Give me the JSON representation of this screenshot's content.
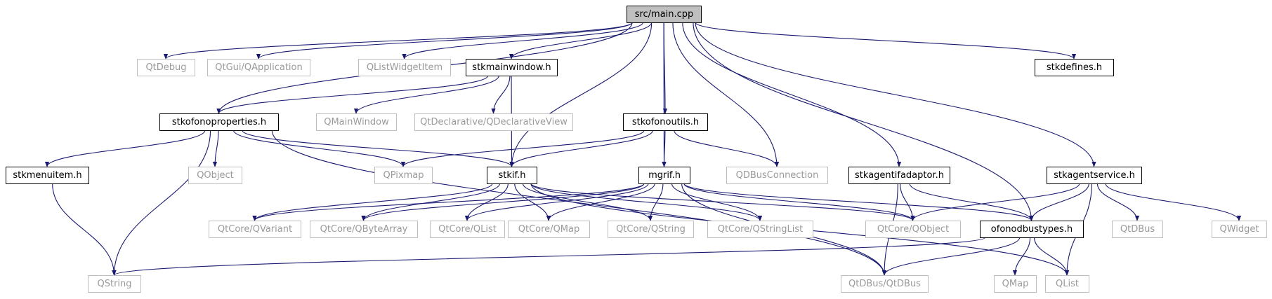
{
  "colors": {
    "edge": "#191970",
    "text_dark": "#000000",
    "text_light": "#9a9a9a",
    "border_dark": "#000000",
    "border_light": "#bfbfbf",
    "root_fill": "#bfbfbf",
    "fill": "#ffffff"
  },
  "nodes": [
    {
      "id": "main",
      "label": "src/main.cpp",
      "style": "root"
    },
    {
      "id": "qtdebug",
      "label": "QtDebug",
      "style": "external"
    },
    {
      "id": "qapplication",
      "label": "QtGui/QApplication",
      "style": "external"
    },
    {
      "id": "qlistwidgetitem",
      "label": "QListWidgetItem",
      "style": "external"
    },
    {
      "id": "stkmainwindow",
      "label": "stkmainwindow.h",
      "style": "header"
    },
    {
      "id": "stkdefines",
      "label": "stkdefines.h",
      "style": "header"
    },
    {
      "id": "stkofonoproperties",
      "label": "stkofonoproperties.h",
      "style": "header"
    },
    {
      "id": "qmainwindow",
      "label": "QMainWindow",
      "style": "external"
    },
    {
      "id": "qdeclarativeview",
      "label": "QtDeclarative/QDeclarativeView",
      "style": "external"
    },
    {
      "id": "stkofonoutils",
      "label": "stkofonoutils.h",
      "style": "header"
    },
    {
      "id": "stkmenuitem",
      "label": "stkmenuitem.h",
      "style": "header"
    },
    {
      "id": "qobject",
      "label": "QObject",
      "style": "external"
    },
    {
      "id": "qpixmap",
      "label": "QPixmap",
      "style": "external"
    },
    {
      "id": "stkif",
      "label": "stkif.h",
      "style": "header"
    },
    {
      "id": "mgrif",
      "label": "mgrif.h",
      "style": "header"
    },
    {
      "id": "qdbusconnection",
      "label": "QDBusConnection",
      "style": "external"
    },
    {
      "id": "stkagentifadaptor",
      "label": "stkagentifadaptor.h",
      "style": "header"
    },
    {
      "id": "stkagentservice",
      "label": "stkagentservice.h",
      "style": "header"
    },
    {
      "id": "qvariant",
      "label": "QtCore/QVariant",
      "style": "external"
    },
    {
      "id": "qbytearray",
      "label": "QtCore/QByteArray",
      "style": "external"
    },
    {
      "id": "qcorelist",
      "label": "QtCore/QList",
      "style": "external"
    },
    {
      "id": "qcoremap",
      "label": "QtCore/QMap",
      "style": "external"
    },
    {
      "id": "qcorestring",
      "label": "QtCore/QString",
      "style": "external"
    },
    {
      "id": "qstringlist",
      "label": "QtCore/QStringList",
      "style": "external"
    },
    {
      "id": "qcoreobject",
      "label": "QtCore/QObject",
      "style": "external"
    },
    {
      "id": "ofonodbustypes",
      "label": "ofonodbustypes.h",
      "style": "header"
    },
    {
      "id": "qtdbus",
      "label": "QtDBus",
      "style": "external"
    },
    {
      "id": "qwidget",
      "label": "QWidget",
      "style": "external"
    },
    {
      "id": "qstring",
      "label": "QString",
      "style": "external"
    },
    {
      "id": "qtdbusqtdbus",
      "label": "QtDBus/QtDBus",
      "style": "external"
    },
    {
      "id": "qmap",
      "label": "QMap",
      "style": "external"
    },
    {
      "id": "qlist",
      "label": "QList",
      "style": "external"
    }
  ],
  "edges": [
    [
      "main",
      "qtdebug"
    ],
    [
      "main",
      "qapplication"
    ],
    [
      "main",
      "qlistwidgetitem"
    ],
    [
      "main",
      "stkmainwindow"
    ],
    [
      "main",
      "stkdefines"
    ],
    [
      "main",
      "stkofonoproperties"
    ],
    [
      "main",
      "stkif"
    ],
    [
      "main",
      "stkofonoutils"
    ],
    [
      "main",
      "mgrif"
    ],
    [
      "main",
      "qdbusconnection"
    ],
    [
      "main",
      "stkagentifadaptor"
    ],
    [
      "main",
      "stkagentservice"
    ],
    [
      "main",
      "ofonodbustypes"
    ],
    [
      "stkmainwindow",
      "stkofonoproperties"
    ],
    [
      "stkmainwindow",
      "qmainwindow"
    ],
    [
      "stkmainwindow",
      "qdeclarativeview"
    ],
    [
      "stkmainwindow",
      "stkif"
    ],
    [
      "stkofonoproperties",
      "stkmenuitem"
    ],
    [
      "stkofonoproperties",
      "qobject"
    ],
    [
      "stkofonoproperties",
      "qpixmap"
    ],
    [
      "stkofonoproperties",
      "stkif"
    ],
    [
      "stkofonoproperties",
      "qstring"
    ],
    [
      "stkofonoproperties",
      "qtdbusqtdbus"
    ],
    [
      "stkmenuitem",
      "qstring"
    ],
    [
      "stkofonoutils",
      "qpixmap"
    ],
    [
      "stkofonoutils",
      "stkif"
    ],
    [
      "stkofonoutils",
      "mgrif"
    ],
    [
      "stkofonoutils",
      "qdbusconnection"
    ],
    [
      "stkif",
      "qvariant"
    ],
    [
      "stkif",
      "qbytearray"
    ],
    [
      "stkif",
      "qcorelist"
    ],
    [
      "stkif",
      "qcoremap"
    ],
    [
      "stkif",
      "qcorestring"
    ],
    [
      "stkif",
      "qstringlist"
    ],
    [
      "stkif",
      "qcoreobject"
    ],
    [
      "stkif",
      "qlist"
    ],
    [
      "mgrif",
      "qvariant"
    ],
    [
      "mgrif",
      "qbytearray"
    ],
    [
      "mgrif",
      "qcorelist"
    ],
    [
      "mgrif",
      "qcoremap"
    ],
    [
      "mgrif",
      "qcorestring"
    ],
    [
      "mgrif",
      "qstringlist"
    ],
    [
      "mgrif",
      "qcoreobject"
    ],
    [
      "mgrif",
      "ofonodbustypes"
    ],
    [
      "mgrif",
      "qtdbusqtdbus"
    ],
    [
      "stkagentifadaptor",
      "qcoreobject"
    ],
    [
      "stkagentifadaptor",
      "ofonodbustypes"
    ],
    [
      "stkagentifadaptor",
      "qtdbusqtdbus"
    ],
    [
      "stkagentservice",
      "qcoreobject"
    ],
    [
      "stkagentservice",
      "ofonodbustypes"
    ],
    [
      "stkagentservice",
      "qtdbus"
    ],
    [
      "stkagentservice",
      "qwidget"
    ],
    [
      "stkagentservice",
      "qlist"
    ],
    [
      "ofonodbustypes",
      "qstring"
    ],
    [
      "ofonodbustypes",
      "qtdbusqtdbus"
    ],
    [
      "ofonodbustypes",
      "qmap"
    ],
    [
      "ofonodbustypes",
      "qlist"
    ]
  ]
}
